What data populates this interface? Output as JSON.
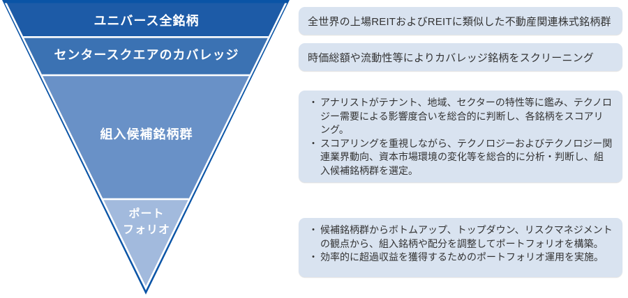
{
  "diagram": {
    "funnel": {
      "border_color": "#0A54A6",
      "separator_color": "#FFFFFF",
      "label_color": "#FFFFFF",
      "segments": [
        {
          "id": "universe",
          "label": "ユニバース全銘柄",
          "color": "#1D5BA7"
        },
        {
          "id": "coverage",
          "label": "センタースクエアのカバレッジ",
          "color": "#3B72B3"
        },
        {
          "id": "candidates",
          "label": "組入候補銘柄群",
          "color": "#6991C7"
        },
        {
          "id": "portfolio",
          "label": "ポートフォリオ",
          "lines": [
            "ポート",
            "フォリオ"
          ],
          "color": "#A2BADD"
        }
      ]
    },
    "bullet_char": "・",
    "boxes": [
      {
        "type": "single",
        "text": "全世界の上場REITおよびREITに類似した不動産関連株式銘柄群"
      },
      {
        "type": "single",
        "text": "時価総額や流動性等によりカバレッジ銘柄をスクリーニング"
      },
      {
        "type": "bullets",
        "items": [
          "アナリストがテナント、地域、セクターの特性等に鑑み、テクノロジー需要による影響度合いを総合的に判断し、各銘柄をスコアリング。",
          "スコアリングを重視しながら、テクノロジーおよびテクノロジー関連業界動向、資本市場環境の変化等を総合的に分析・判断し、組入候補銘柄群を選定。"
        ]
      },
      {
        "type": "bullets",
        "items": [
          "候補銘柄群からボトムアップ、トップダウン、リスクマネジメントの観点から、組入銘柄や配分を調整してポートフォリオを構築。",
          "効率的に超過収益を獲得するためのポートフォリオ運用を実施。"
        ]
      }
    ],
    "colors": {
      "box_background": "#D9E3F0",
      "box_text": "#333333"
    }
  }
}
